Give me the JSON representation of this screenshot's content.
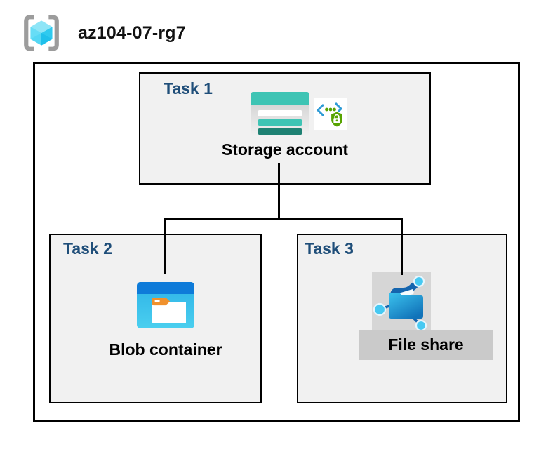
{
  "header": {
    "title": "az104-07-rg7",
    "icon": "resource-group-icon"
  },
  "diagram": {
    "tasks": [
      {
        "label": "Task 1",
        "item_label": "Storage account",
        "icons": [
          "storage-account-icon",
          "sas-security-icon"
        ]
      },
      {
        "label": "Task 2",
        "item_label": "Blob container",
        "icons": [
          "blob-container-icon"
        ]
      },
      {
        "label": "Task 3",
        "item_label": "File share",
        "icons": [
          "file-share-icon"
        ]
      }
    ],
    "connections": [
      {
        "from": "Storage account",
        "to": "Blob container"
      },
      {
        "from": "Storage account",
        "to": "File share"
      }
    ]
  },
  "colors": {
    "task_label_navy": "#1F4E79",
    "box_fill": "#F1F1F1",
    "box_border": "#000000",
    "storage_teal": "#3EC4B4",
    "storage_teal_dark": "#1E8173",
    "blob_header_blue": "#0E7BD9",
    "blob_body_cyan": "#35BCEA",
    "folder_tab_orange": "#F0912D",
    "file_share_folder_blue": "#1992D4",
    "file_share_flap_navy": "#1565AE",
    "network_node_cyan": "#47C9F2",
    "shield_green": "#57A300",
    "bracket_gray": "#9C9C9C",
    "cube_cyan": "#50D7F4",
    "file_share_bg_gray": "#D6D6D6",
    "file_share_band_gray": "#CACACA"
  }
}
